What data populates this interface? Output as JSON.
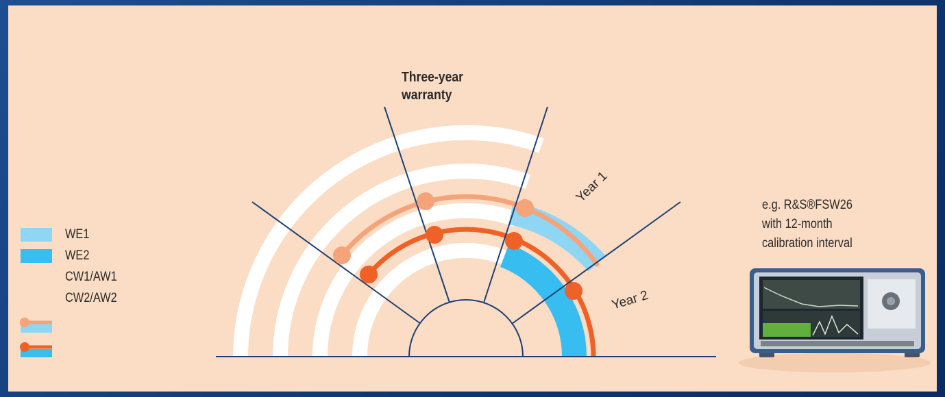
{
  "title_line1": "Three-year",
  "title_line2": "warranty",
  "year1_label": "Year 1",
  "year2_label": "Year 2",
  "legend": [
    {
      "label": "WE1",
      "color": "#8fd5f4"
    },
    {
      "label": "WE2",
      "color": "#38bdf0"
    },
    {
      "label": "CW1/AW1",
      "color": "#ffffff"
    },
    {
      "label": "CW2/AW2",
      "color": "#ffffff"
    }
  ],
  "device_text": [
    "e.g. R&S®FSW26",
    "with 12-month",
    "calibration interval"
  ],
  "colors": {
    "background": "#fbdcc4",
    "frame": "#123d7a",
    "line": "#1e3f73",
    "light_orange": "#f5a47a",
    "dark_orange": "#ef6127",
    "light_blue": "#8fd5f4",
    "blue": "#38bdf0",
    "white": "#ffffff"
  }
}
